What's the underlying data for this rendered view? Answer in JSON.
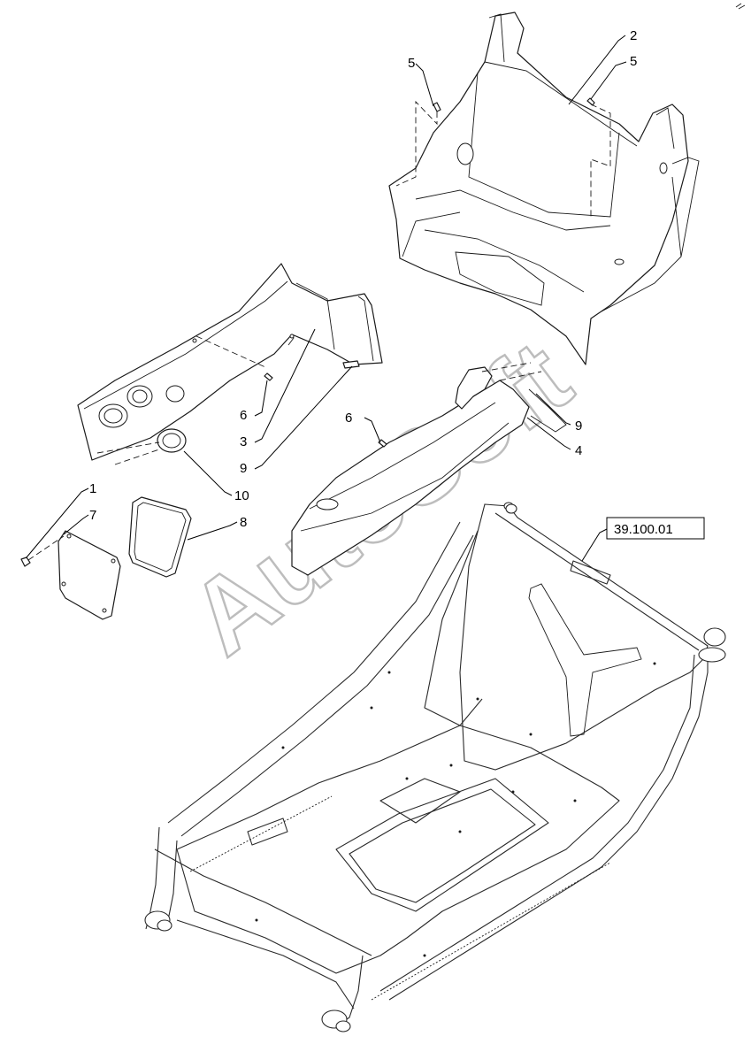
{
  "callouts": [
    {
      "id": "c2",
      "label": "2"
    },
    {
      "id": "c5a",
      "label": "5"
    },
    {
      "id": "c5b",
      "label": "5"
    },
    {
      "id": "c6a",
      "label": "6"
    },
    {
      "id": "c3",
      "label": "3"
    },
    {
      "id": "c9a",
      "label": "9"
    },
    {
      "id": "c10",
      "label": "10"
    },
    {
      "id": "c6b",
      "label": "6"
    },
    {
      "id": "c9b",
      "label": "9"
    },
    {
      "id": "c4",
      "label": "4"
    },
    {
      "id": "c1",
      "label": "1"
    },
    {
      "id": "c7",
      "label": "7"
    },
    {
      "id": "c8",
      "label": "8"
    }
  ],
  "reference": {
    "label": "39.100.01"
  },
  "watermark": {
    "text": "AutoSoft"
  }
}
